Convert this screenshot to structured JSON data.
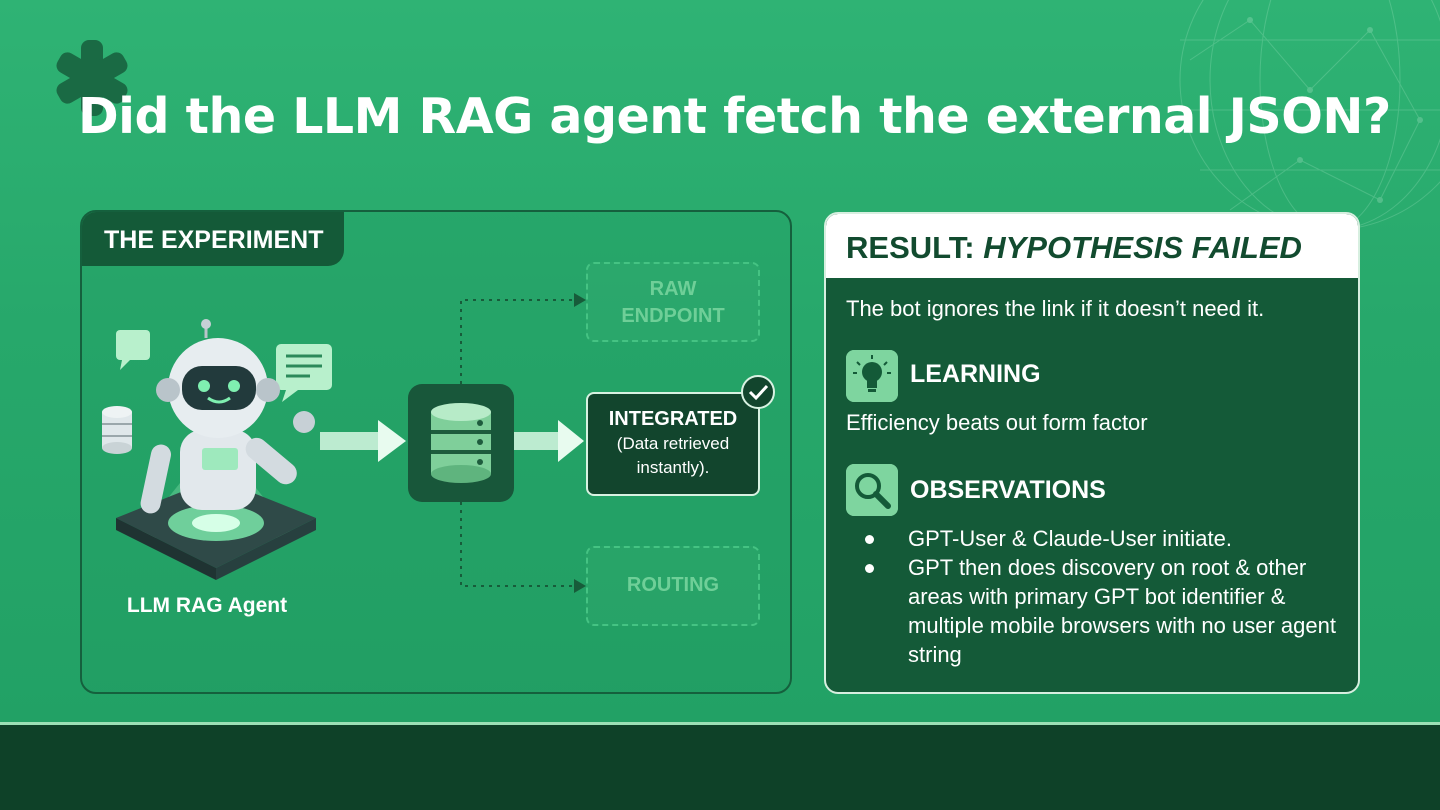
{
  "title": "Did the LLM RAG agent fetch the external JSON?",
  "experiment": {
    "tab_label": "THE EXPERIMENT",
    "agent_label": "LLM RAG Agent",
    "nodes": {
      "raw_line1": "RAW",
      "raw_line2": "ENDPOINT",
      "integrated_title": "INTEGRATED",
      "integrated_sub_line1": "(Data retrieved",
      "integrated_sub_line2": "instantly).",
      "routing": "ROUTING"
    }
  },
  "result": {
    "heading_prefix": "RESULT:",
    "heading_emphasis": "HYPOTHESIS FAILED",
    "summary": "The bot ignores the link if it doesn’t need it.",
    "learning_label": "LEARNING",
    "learning_text": "Efficiency beats out form factor",
    "observations_label": "OBSERVATIONS",
    "observations": [
      "GPT-User & Claude-User initiate.",
      "GPT then does discovery on root & other areas with primary GPT bot identifier & multiple mobile browsers with no user agent string"
    ]
  },
  "colors": {
    "background": "#27a96c",
    "panel_dark": "#145a38",
    "footer": "#0e4128",
    "accent_light": "#7ed59f"
  },
  "icons": {
    "logo": "asterisk-gear-icon",
    "agent": "robot-icon",
    "database": "database-icon",
    "integrated_status": "check-icon",
    "learning": "lightbulb-icon",
    "observations": "magnifier-icon"
  }
}
